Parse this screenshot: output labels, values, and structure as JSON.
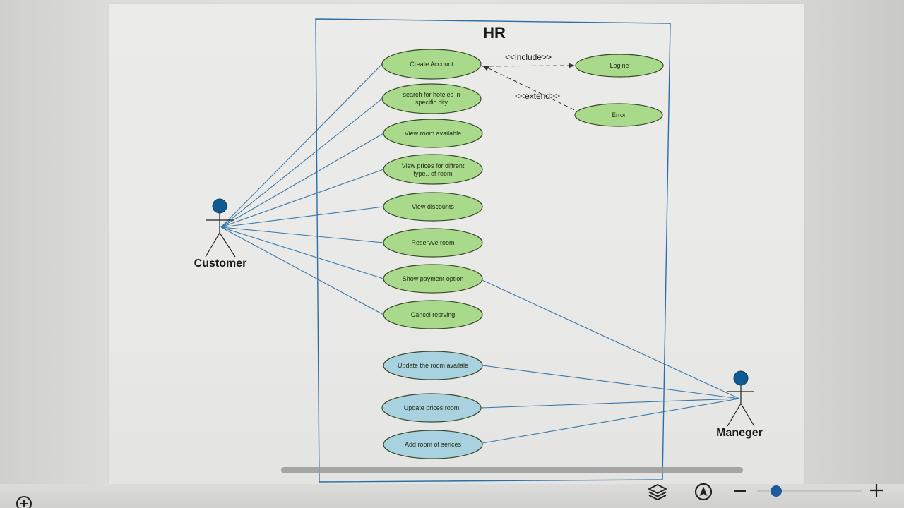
{
  "diagram": {
    "system": {
      "title": "HR"
    },
    "actors": {
      "customer": {
        "label": "Customer"
      },
      "manager": {
        "label": "Maneger"
      }
    },
    "use_cases": {
      "create_account": [
        "Create Account"
      ],
      "search_hotels": [
        "search for hoteles in",
        "specific city"
      ],
      "view_rooms": [
        "View room available"
      ],
      "view_prices": [
        "View prices for diffrent",
        "type.. of room"
      ],
      "view_discounts": [
        "View discounts"
      ],
      "reserve_room": [
        "Reservve room"
      ],
      "show_payment": [
        "Show payment option"
      ],
      "cancel_reserving": [
        "Cancel resrving"
      ],
      "update_room": [
        "Update the room availale"
      ],
      "update_prices": [
        "Update prices room"
      ],
      "add_room": [
        "Add room of serices"
      ],
      "login": [
        "Logine"
      ],
      "error": [
        "Error"
      ]
    },
    "relations": {
      "include": "<<include>>",
      "extend": "<<extend>>"
    },
    "colors": {
      "customer_usecase_fill": "#a9d98a",
      "manager_usecase_fill": "#a9d2e0",
      "usecase_stroke": "#3a4a2a",
      "association_line": "#3b78a8",
      "boundary_stroke": "#2e6ea6",
      "actor_head": "#0f5a92"
    }
  },
  "toolbar": {
    "add_page_icon": "plus-circle-icon",
    "layers_icon": "layers-icon",
    "navigate_icon": "navigation-icon",
    "zoom_out_icon": "minus-icon",
    "zoom_in_icon": "plus-icon"
  },
  "zoom": {
    "level": 0.18
  }
}
